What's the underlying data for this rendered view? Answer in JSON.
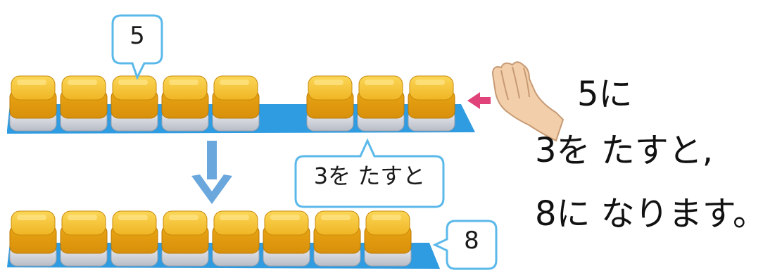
{
  "callouts": {
    "five": "5",
    "add_three": "3を たすと",
    "eight": "8"
  },
  "sentence": {
    "line1": "5に",
    "line2": "3を たすと,",
    "line3": "8に なります。"
  },
  "rows": {
    "top": {
      "left_block_count": 5,
      "right_block_count": 3
    },
    "bottom": {
      "block_count": 8
    }
  },
  "colors": {
    "block_top": "#f5c030",
    "block_front": "#e8a410",
    "block_base": "#d7dbe3",
    "tray": "#2f9be0",
    "callout_border": "#5bb9ea",
    "arrow_blue": "#6aa7dd",
    "arrow_pink": "#e0437a",
    "hand": "#f2cfaa"
  },
  "icons": {
    "down_arrow": "down-arrow-icon",
    "push_arrow": "left-arrow-icon",
    "hand": "hand-icon"
  }
}
